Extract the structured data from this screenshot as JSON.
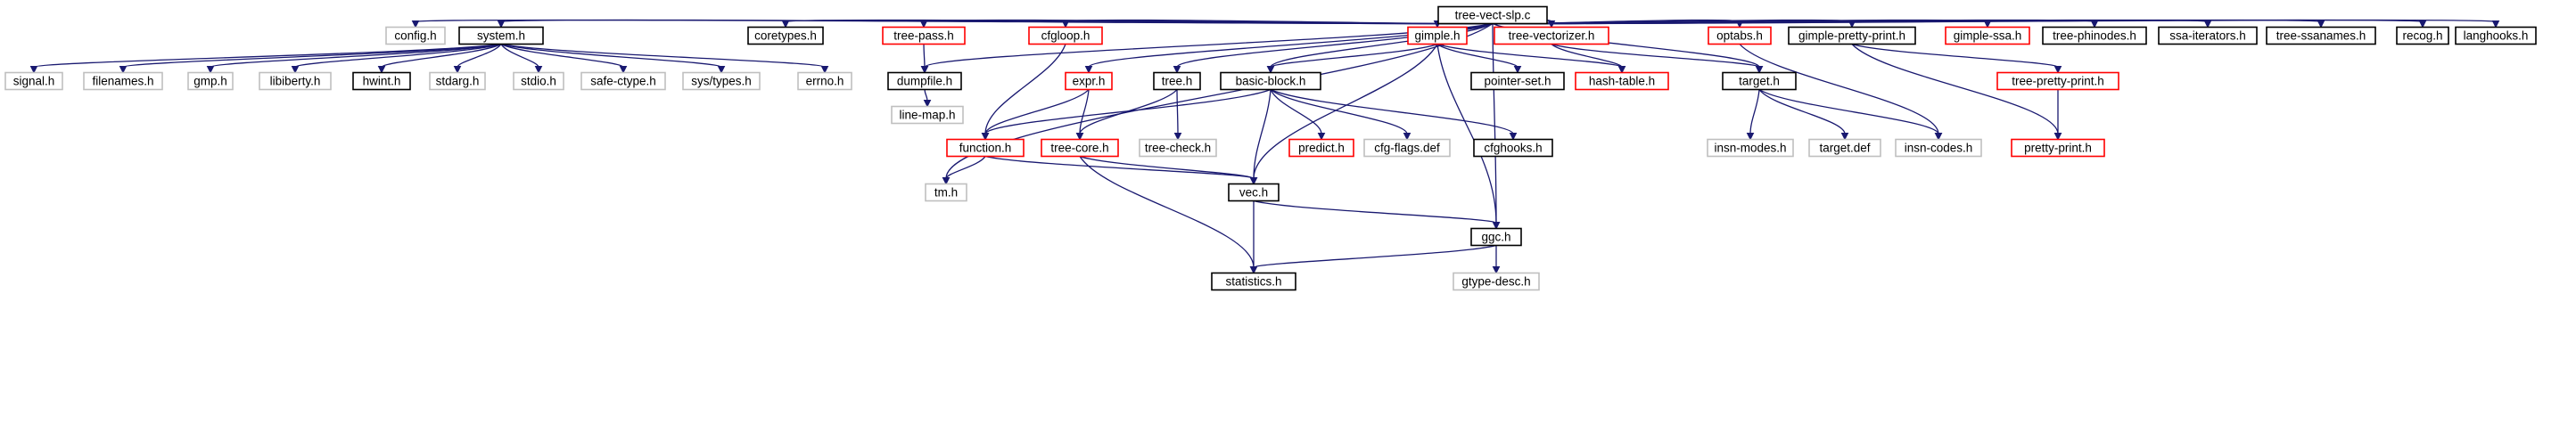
{
  "colors": {
    "edge": "#191970",
    "black": "#000000",
    "red": "#ff0000",
    "gray": "#bfbfbf",
    "root_fill": "#bfbfbf"
  },
  "nodes": [
    {
      "id": "root",
      "label": "tree-vect-slp.c",
      "style": "root"
    },
    {
      "id": "config",
      "label": "config.h",
      "style": "gray"
    },
    {
      "id": "system",
      "label": "system.h",
      "style": "black"
    },
    {
      "id": "coretypes",
      "label": "coretypes.h",
      "style": "black"
    },
    {
      "id": "treepass",
      "label": "tree-pass.h",
      "style": "red"
    },
    {
      "id": "cfgloop",
      "label": "cfgloop.h",
      "style": "red"
    },
    {
      "id": "gimple",
      "label": "gimple.h",
      "style": "red"
    },
    {
      "id": "treevectorizer",
      "label": "tree-vectorizer.h",
      "style": "red"
    },
    {
      "id": "optabs",
      "label": "optabs.h",
      "style": "red"
    },
    {
      "id": "gimpleprettyprint",
      "label": "gimple-pretty-print.h",
      "style": "black"
    },
    {
      "id": "gimplessa",
      "label": "gimple-ssa.h",
      "style": "red"
    },
    {
      "id": "treephinodes",
      "label": "tree-phinodes.h",
      "style": "black"
    },
    {
      "id": "ssaiterators",
      "label": "ssa-iterators.h",
      "style": "black"
    },
    {
      "id": "treessanames",
      "label": "tree-ssanames.h",
      "style": "black"
    },
    {
      "id": "recog",
      "label": "recog.h",
      "style": "black"
    },
    {
      "id": "langhooks",
      "label": "langhooks.h",
      "style": "black"
    },
    {
      "id": "signal",
      "label": "signal.h",
      "style": "gray"
    },
    {
      "id": "filenames",
      "label": "filenames.h",
      "style": "gray"
    },
    {
      "id": "gmp",
      "label": "gmp.h",
      "style": "gray"
    },
    {
      "id": "libiberty",
      "label": "libiberty.h",
      "style": "gray"
    },
    {
      "id": "hwint",
      "label": "hwint.h",
      "style": "black"
    },
    {
      "id": "stdarg",
      "label": "stdarg.h",
      "style": "gray"
    },
    {
      "id": "stdio",
      "label": "stdio.h",
      "style": "gray"
    },
    {
      "id": "safectype",
      "label": "safe-ctype.h",
      "style": "gray"
    },
    {
      "id": "systypes",
      "label": "sys/types.h",
      "style": "gray"
    },
    {
      "id": "errno",
      "label": "errno.h",
      "style": "gray"
    },
    {
      "id": "dumpfile",
      "label": "dumpfile.h",
      "style": "black"
    },
    {
      "id": "expr",
      "label": "expr.h",
      "style": "red"
    },
    {
      "id": "tree",
      "label": "tree.h",
      "style": "black"
    },
    {
      "id": "basicblock",
      "label": "basic-block.h",
      "style": "black"
    },
    {
      "id": "pointerset",
      "label": "pointer-set.h",
      "style": "black"
    },
    {
      "id": "hashtable",
      "label": "hash-table.h",
      "style": "red"
    },
    {
      "id": "target",
      "label": "target.h",
      "style": "black"
    },
    {
      "id": "treeprettyprint",
      "label": "tree-pretty-print.h",
      "style": "red"
    },
    {
      "id": "linemap",
      "label": "line-map.h",
      "style": "gray"
    },
    {
      "id": "function",
      "label": "function.h",
      "style": "red"
    },
    {
      "id": "treecore",
      "label": "tree-core.h",
      "style": "red"
    },
    {
      "id": "treecheck",
      "label": "tree-check.h",
      "style": "gray"
    },
    {
      "id": "predict",
      "label": "predict.h",
      "style": "red"
    },
    {
      "id": "cfgflags",
      "label": "cfg-flags.def",
      "style": "gray"
    },
    {
      "id": "cfghooks",
      "label": "cfghooks.h",
      "style": "black"
    },
    {
      "id": "insnmodes",
      "label": "insn-modes.h",
      "style": "gray"
    },
    {
      "id": "targetdef",
      "label": "target.def",
      "style": "gray"
    },
    {
      "id": "insncodes",
      "label": "insn-codes.h",
      "style": "gray"
    },
    {
      "id": "prettyprint",
      "label": "pretty-print.h",
      "style": "red"
    },
    {
      "id": "tm",
      "label": "tm.h",
      "style": "gray"
    },
    {
      "id": "vec",
      "label": "vec.h",
      "style": "black"
    },
    {
      "id": "ggc",
      "label": "ggc.h",
      "style": "black"
    },
    {
      "id": "statistics",
      "label": "statistics.h",
      "style": "black"
    },
    {
      "id": "gtypedesc",
      "label": "gtype-desc.h",
      "style": "gray"
    }
  ],
  "edges": [
    [
      "root",
      "config"
    ],
    [
      "root",
      "system"
    ],
    [
      "root",
      "coretypes"
    ],
    [
      "root",
      "treepass"
    ],
    [
      "root",
      "cfgloop"
    ],
    [
      "root",
      "gimple"
    ],
    [
      "root",
      "treevectorizer"
    ],
    [
      "root",
      "optabs"
    ],
    [
      "root",
      "gimpleprettyprint"
    ],
    [
      "root",
      "gimplessa"
    ],
    [
      "root",
      "treephinodes"
    ],
    [
      "root",
      "ssaiterators"
    ],
    [
      "root",
      "treessanames"
    ],
    [
      "root",
      "recog"
    ],
    [
      "root",
      "langhooks"
    ],
    [
      "root",
      "dumpfile"
    ],
    [
      "root",
      "expr"
    ],
    [
      "root",
      "tree"
    ],
    [
      "root",
      "basicblock"
    ],
    [
      "root",
      "target"
    ],
    [
      "root",
      "ggc"
    ],
    [
      "root",
      "tm"
    ],
    [
      "system",
      "signal"
    ],
    [
      "system",
      "filenames"
    ],
    [
      "system",
      "gmp"
    ],
    [
      "system",
      "libiberty"
    ],
    [
      "system",
      "hwint"
    ],
    [
      "system",
      "stdarg"
    ],
    [
      "system",
      "stdio"
    ],
    [
      "system",
      "safectype"
    ],
    [
      "system",
      "systypes"
    ],
    [
      "system",
      "errno"
    ],
    [
      "treepass",
      "dumpfile"
    ],
    [
      "dumpfile",
      "linemap"
    ],
    [
      "cfgloop",
      "function"
    ],
    [
      "expr",
      "function"
    ],
    [
      "expr",
      "treecore"
    ],
    [
      "tree",
      "treecore"
    ],
    [
      "tree",
      "treecheck"
    ],
    [
      "basicblock",
      "function"
    ],
    [
      "basicblock",
      "vec"
    ],
    [
      "basicblock",
      "predict"
    ],
    [
      "basicblock",
      "cfgflags"
    ],
    [
      "basicblock",
      "cfghooks"
    ],
    [
      "gimple",
      "basicblock"
    ],
    [
      "gimple",
      "pointerset"
    ],
    [
      "gimple",
      "hashtable"
    ],
    [
      "gimple",
      "vec"
    ],
    [
      "gimple",
      "ggc"
    ],
    [
      "treevectorizer",
      "hashtable"
    ],
    [
      "treevectorizer",
      "target"
    ],
    [
      "optabs",
      "insncodes"
    ],
    [
      "target",
      "insnmodes"
    ],
    [
      "target",
      "targetdef"
    ],
    [
      "target",
      "insncodes"
    ],
    [
      "gimpleprettyprint",
      "treeprettyprint"
    ],
    [
      "gimpleprettyprint",
      "prettyprint"
    ],
    [
      "treeprettyprint",
      "prettyprint"
    ],
    [
      "function",
      "tm"
    ],
    [
      "function",
      "vec"
    ],
    [
      "treecore",
      "vec"
    ],
    [
      "treecore",
      "statistics"
    ],
    [
      "vec",
      "statistics"
    ],
    [
      "vec",
      "ggc"
    ],
    [
      "ggc",
      "statistics"
    ],
    [
      "ggc",
      "gtypedesc"
    ]
  ]
}
